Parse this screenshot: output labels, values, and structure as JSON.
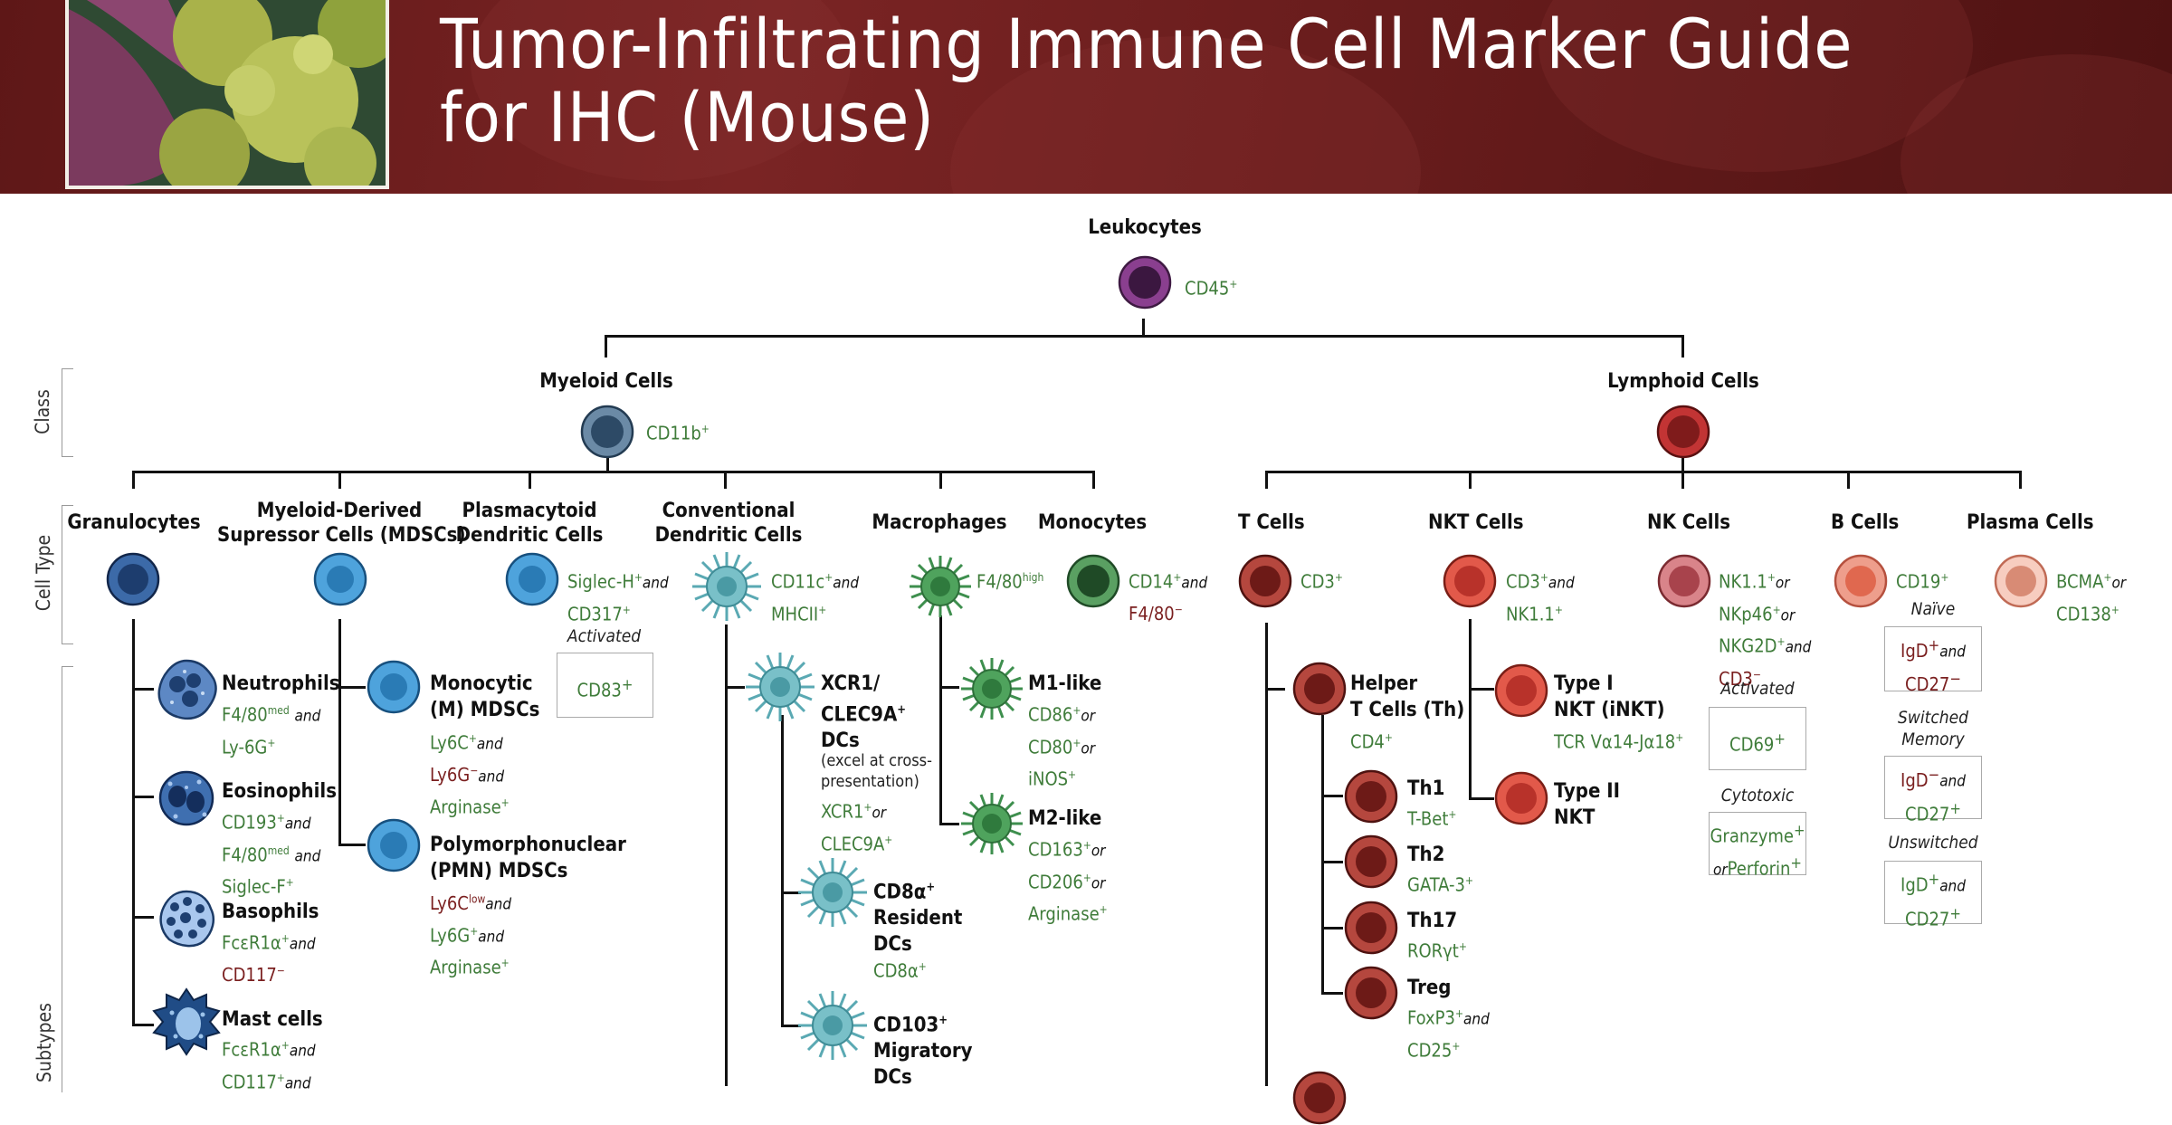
{
  "title": {
    "line1": "Tumor-Infiltrating Immune Cell Marker Guide",
    "line2": "for IHC (Mouse)"
  },
  "side_labels": {
    "class": "Class",
    "cell_type": "Cell Type",
    "subtypes": "Subtypes"
  },
  "colors": {
    "marker_positive": "#3f7c3a",
    "marker_negative": "#7a1f1f",
    "banner": "#6a1d1d"
  },
  "leukocytes": {
    "name": "Leukocytes",
    "marker": "CD45",
    "sup": "+"
  },
  "myeloid": {
    "name": "Myeloid Cells",
    "marker": "CD11b",
    "sup": "+"
  },
  "lymphoid": {
    "name": "Lymphoid Cells"
  },
  "granulocytes": {
    "name": "Granulocytes"
  },
  "mdscs": {
    "name_l1": "Myeloid-Derived",
    "name_l2": "Supressor Cells (MDSCs)"
  },
  "pdc": {
    "name_l1": "Plasmacytoid",
    "name_l2": "Dendritic Cells",
    "m1": "Siglec-H",
    "m1_sup": "+",
    "and": "and",
    "m2": "CD317",
    "m2_sup": "+",
    "activated_label": "Activated",
    "activated_marker": "CD83",
    "activated_sup": "+"
  },
  "cdc": {
    "name_l1": "Conventional",
    "name_l2": "Dendritic Cells",
    "m1": "CD11c",
    "m1_sup": "+",
    "and": "and",
    "m2": "MHCII",
    "m2_sup": "+"
  },
  "macrophages": {
    "name": "Macrophages",
    "m1": "F4/80",
    "m1_sup": "high"
  },
  "monocytes": {
    "name": "Monocytes",
    "m1": "CD14",
    "m1_sup": "+",
    "and": "and",
    "m2": "F4/80",
    "m2_sup": "−"
  },
  "tcells": {
    "name": "T Cells",
    "m1": "CD3",
    "m1_sup": "+"
  },
  "nkt": {
    "name": "NKT Cells",
    "m1": "CD3",
    "m1_sup": "+",
    "and": "and",
    "m2": "NK1.1",
    "m2_sup": "+"
  },
  "nk": {
    "name": "NK Cells",
    "m1": "NK1.1",
    "m1_sup": "+",
    "or": "or",
    "m2": "NKp46",
    "m2_sup": "+",
    "m3": "NKG2D",
    "m3_sup": "+",
    "and": "and",
    "m4": "CD3",
    "m4_sup": "−",
    "activated_label": "Activated",
    "activated_marker": "CD69",
    "activated_sup": "+",
    "cytotoxic_label": "Cytotoxic",
    "cytotoxic_m1": "Granzyme",
    "cytotoxic_m1_sup": "+",
    "cytotoxic_or": "or",
    "cytotoxic_m2": "Perforin",
    "cytotoxic_m2_sup": "+"
  },
  "bcells": {
    "name": "B Cells",
    "m1": "CD19",
    "m1_sup": "+",
    "naive_label": "Naïve",
    "naive_m1": "IgD",
    "naive_m1_sup": "+",
    "and": "and",
    "naive_m2": "CD27",
    "naive_m2_sup": "−",
    "switched_l1": "Switched",
    "switched_l2": "Memory",
    "switched_m1": "IgD",
    "switched_m1_sup": "−",
    "switched_m2": "CD27",
    "switched_m2_sup": "+",
    "unswitched_label": "Unswitched",
    "unswitched_m1": "IgD",
    "unswitched_m1_sup": "+",
    "unswitched_m2": "CD27",
    "unswitched_m2_sup": "+"
  },
  "plasma": {
    "name": "Plasma Cells",
    "m1": "BCMA",
    "m1_sup": "+",
    "or": "or",
    "m2": "CD138",
    "m2_sup": "+"
  },
  "neutrophils": {
    "name": "Neutrophils",
    "m1": "F4/80",
    "m1_sup": "med",
    "and": "and",
    "m2": "Ly-6G",
    "m2_sup": "+"
  },
  "eosinophils": {
    "name": "Eosinophils",
    "m1": "CD193",
    "m1_sup": "+",
    "and": "and",
    "m2": "F4/80",
    "m2_sup": "med",
    "m3": "Siglec-F",
    "m3_sup": "+"
  },
  "basophils": {
    "name": "Basophils",
    "m1": "FcεR1α",
    "m1_sup": "+",
    "and": "and",
    "m2": "CD117",
    "m2_sup": "−"
  },
  "mast": {
    "name": "Mast cells",
    "m1": "FcεR1α",
    "m1_sup": "+",
    "and": "and",
    "m2": "CD117",
    "m2_sup": "+",
    "and2": "and"
  },
  "m_mdsc": {
    "name_l1": "Monocytic",
    "name_l2": "(M) MDSCs",
    "m1": "Ly6C",
    "m1_sup": "+",
    "and": "and",
    "m2": "Ly6G",
    "m2_sup": "−",
    "m3": "Arginase",
    "m3_sup": "+"
  },
  "pmn_mdsc": {
    "name_l1": "Polymorphonuclear",
    "name_l2": "(PMN) MDSCs",
    "m1": "Ly6C",
    "m1_sup": "low",
    "and": "and",
    "m2": "Ly6G",
    "m2_sup": "+",
    "m3": "Arginase",
    "m3_sup": "+"
  },
  "xcr1": {
    "name_l1": "XCR1/",
    "name_l2": "CLEC9A",
    "name_l2_sup": "+",
    "name_l3": "DCs",
    "note_l1": "(excel at cross-",
    "note_l2": "presentation)",
    "m1": "XCR1",
    "m1_sup": "+",
    "or": "or",
    "m2": "CLEC9A",
    "m2_sup": "+"
  },
  "cd8a_dc": {
    "name_l1": "CD8α",
    "name_l1_sup": "+",
    "name_l2": "Resident",
    "name_l3": "DCs",
    "m1": "CD8α",
    "m1_sup": "+"
  },
  "cd103_dc": {
    "name_l1": "CD103",
    "name_l1_sup": "+",
    "name_l2": "Migratory",
    "name_l3": "DCs"
  },
  "m1_like": {
    "name": "M1-like",
    "m1": "CD86",
    "m1_sup": "+",
    "or": "or",
    "m2": "CD80",
    "m2_sup": "+",
    "m3": "iNOS",
    "m3_sup": "+"
  },
  "m2_like": {
    "name": "M2-like",
    "m1": "CD163",
    "m1_sup": "+",
    "or": "or",
    "m2": "CD206",
    "m2_sup": "+",
    "m3": "Arginase",
    "m3_sup": "+"
  },
  "helper": {
    "name_l1": "Helper",
    "name_l2": "T Cells (Th)",
    "m1": "CD4",
    "m1_sup": "+"
  },
  "th1": {
    "name": "Th1",
    "m1": "T-Bet",
    "m1_sup": "+"
  },
  "th2": {
    "name": "Th2",
    "m1": "GATA-3",
    "m1_sup": "+"
  },
  "th17": {
    "name": "Th17",
    "m1": "RORγt",
    "m1_sup": "+"
  },
  "treg": {
    "name": "Treg",
    "m1": "FoxP3",
    "m1_sup": "+",
    "and": "and",
    "m2": "CD25",
    "m2_sup": "+"
  },
  "inkt": {
    "name_l1": "Type I",
    "name_l2": "NKT (iNKT)",
    "m1": "TCR Vα14-Jα18",
    "m1_sup": "+"
  },
  "type2nkt": {
    "name_l1": "Type II",
    "name_l2": "NKT"
  }
}
